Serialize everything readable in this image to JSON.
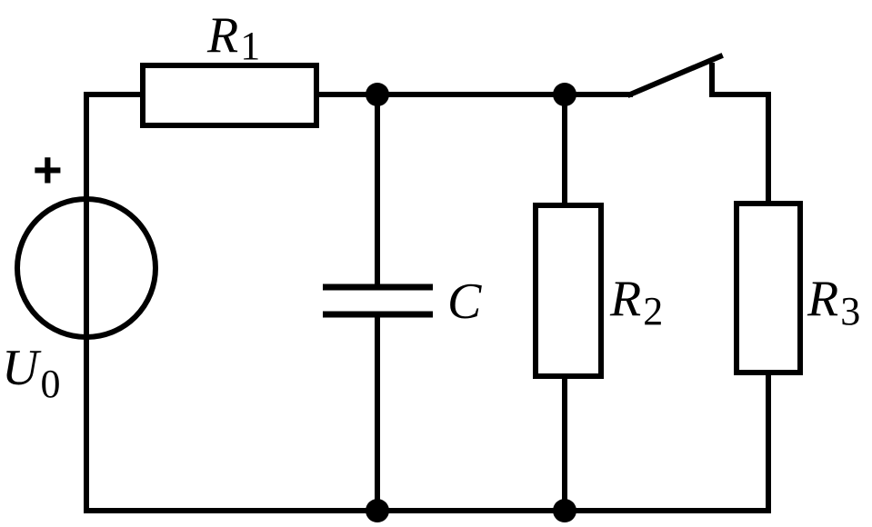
{
  "labels": {
    "r1": {
      "symbol": "R",
      "subscript": "1"
    },
    "r2": {
      "symbol": "R",
      "subscript": "2"
    },
    "r3": {
      "symbol": "R",
      "subscript": "3"
    },
    "capacitor": "C",
    "source": {
      "symbol": "U",
      "subscript": "0"
    },
    "polarity": "+"
  },
  "components": [
    {
      "id": "source",
      "type": "voltage-source",
      "label": "U0"
    },
    {
      "id": "r1",
      "type": "resistor",
      "label": "R1"
    },
    {
      "id": "capacitor",
      "type": "capacitor",
      "label": "C"
    },
    {
      "id": "r2",
      "type": "resistor",
      "label": "R2"
    },
    {
      "id": "switch",
      "type": "switch",
      "state": "open"
    },
    {
      "id": "r3",
      "type": "resistor",
      "label": "R3"
    }
  ]
}
